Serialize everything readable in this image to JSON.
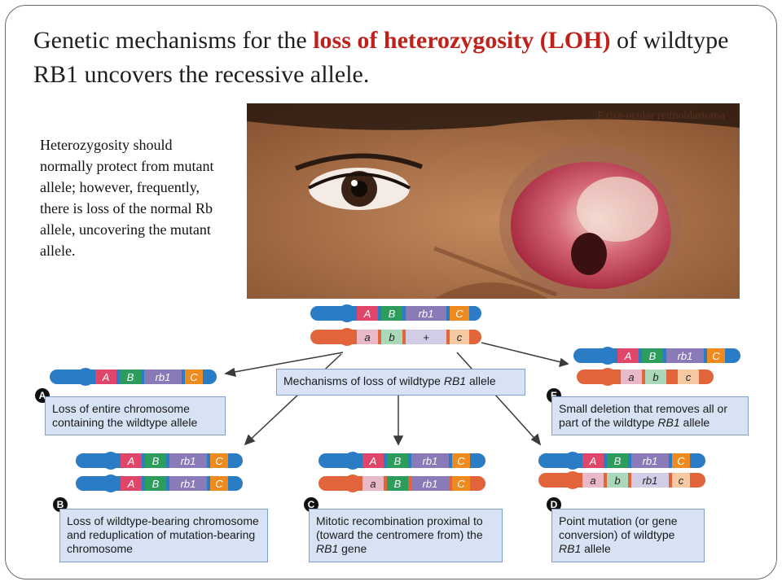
{
  "title": {
    "part1": "Genetic mechanisms for the ",
    "highlight": "loss of heterozygosity (LOH)",
    "part2": " of wildtype RB1 uncovers the recessive allele."
  },
  "body_text": "Heterozygosity should normally protect from mutant allele; however, frequently, there is  loss of the normal Rb allele, uncovering the mutant allele.",
  "photo": {
    "caption": "Extra-ocular retinoblastoma"
  },
  "diagram": {
    "center_box": {
      "text": "Mechanisms of loss of wildtype ",
      "gene": "RB1",
      "suffix": " allele"
    },
    "labels": {
      "A": "A",
      "B": "B",
      "rb1": "rb1",
      "C": "C",
      "a": "a",
      "b": "b",
      "plus": "+",
      "c": "c"
    },
    "panels": {
      "a": {
        "badge": "A",
        "text": "Loss of entire chromosome containing the wildtype allele"
      },
      "b": {
        "badge": "B",
        "text": "Loss of wildtype-bearing chromosome and reduplication of mutation-bearing chromosome"
      },
      "c": {
        "badge": "C",
        "text_pre": "Mitotic recombination proximal to (toward the centromere from) the ",
        "gene": "RB1",
        "text_post": " gene"
      },
      "d": {
        "badge": "D",
        "text_pre": "Point mutation (or gene conversion) of wildtype ",
        "gene": "RB1",
        "text_post": " allele"
      },
      "e": {
        "badge": "E",
        "text_pre": "Small deletion that removes all or part of the wildtype ",
        "gene": "RB1",
        "text_post": " allele"
      }
    }
  },
  "colors": {
    "title_accent": "#c0211a",
    "chromosome_blue": "#2a7cc4",
    "chromosome_orange": "#e2643a",
    "allele_A": "#e0456a",
    "allele_B": "#2c9d5d",
    "allele_rb1": "#8a7bb8",
    "allele_C": "#ef8a1f",
    "box_fill": "#d7e3f4"
  }
}
